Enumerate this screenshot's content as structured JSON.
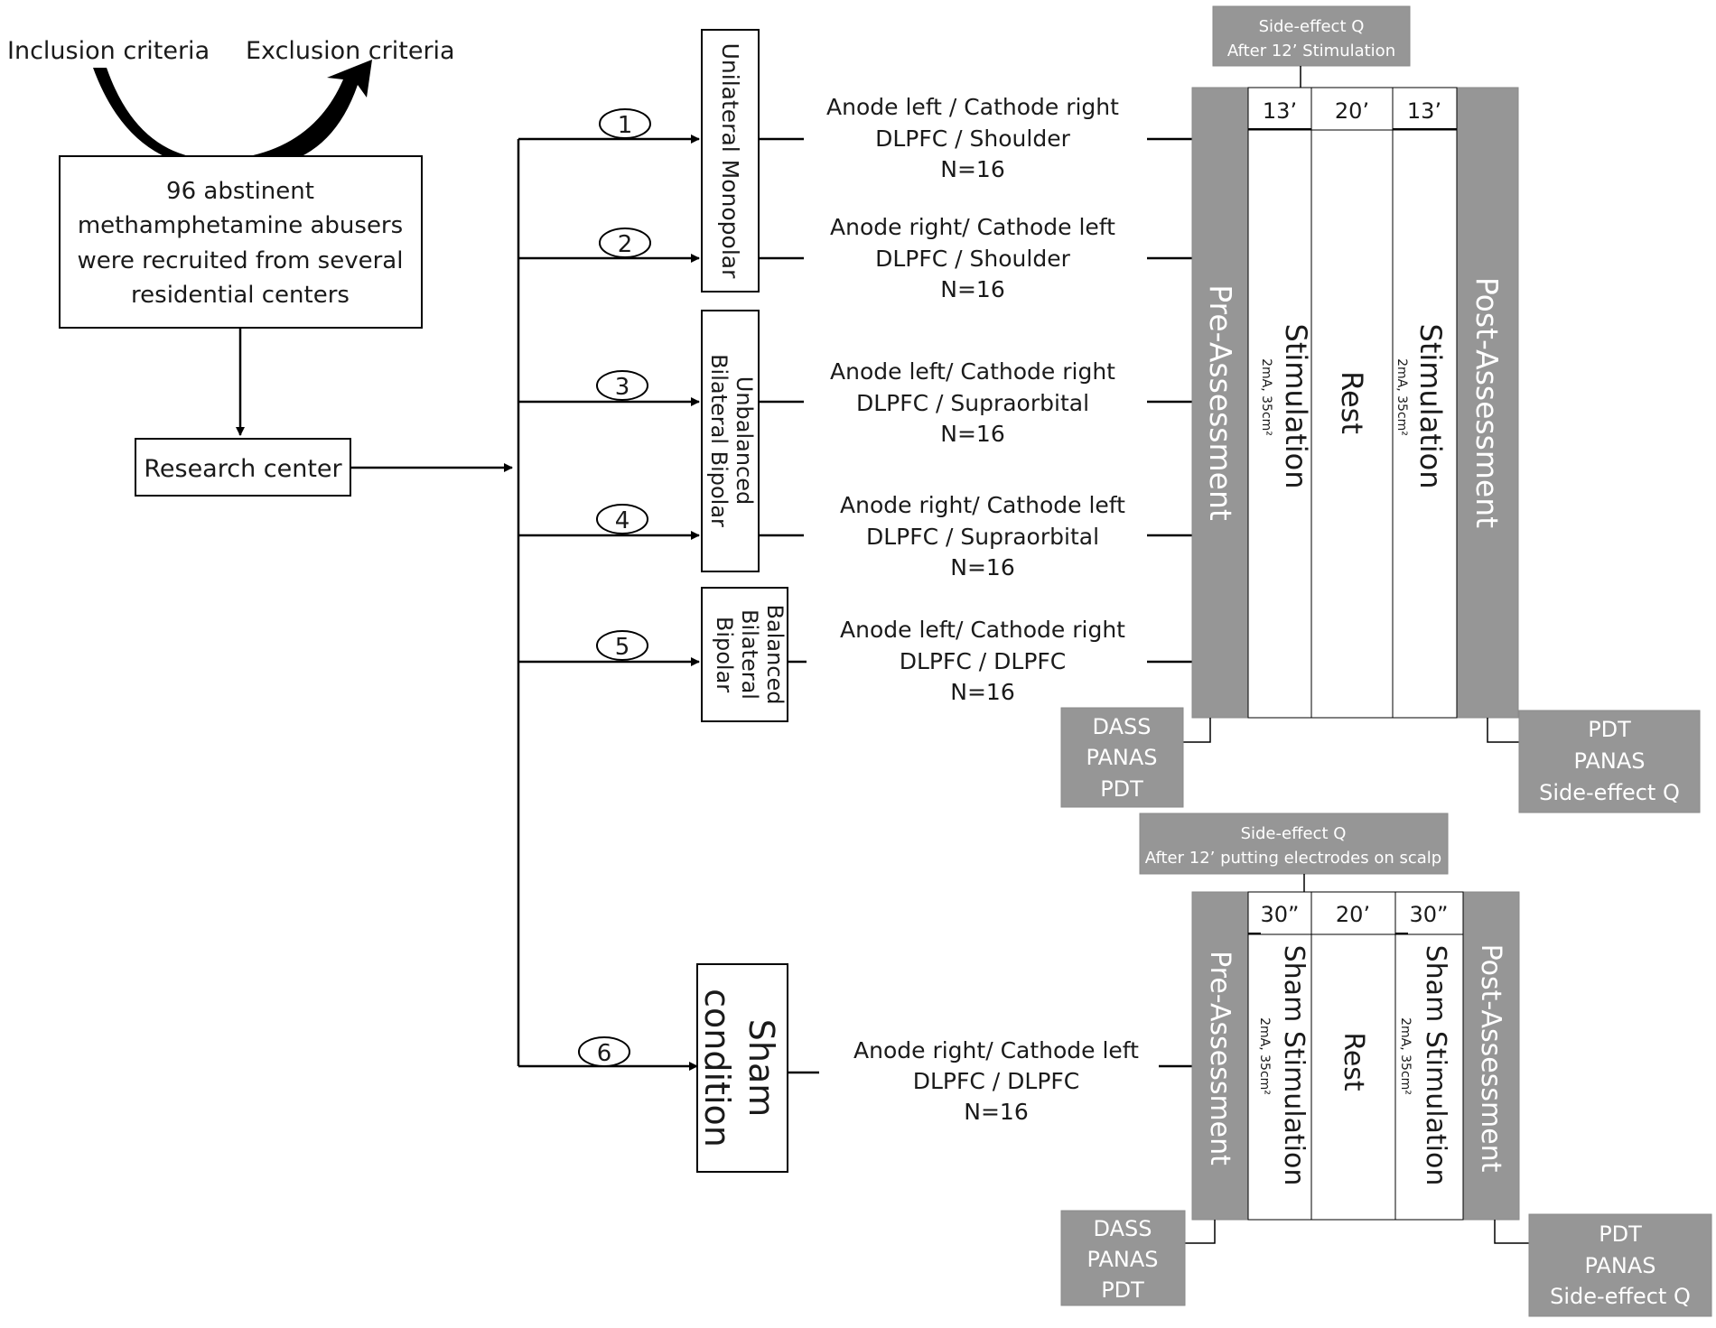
{
  "criteria": {
    "inclusion": "Inclusion criteria",
    "exclusion": "Exclusion criteria"
  },
  "recruit_lines": [
    "96 abstinent",
    "methamphetamine abusers",
    "were recruited from several",
    "residential centers"
  ],
  "research_center": "Research center",
  "groups": [
    {
      "num": "1",
      "montage_lines": [
        "Unilateral Monopolar"
      ],
      "desc": [
        "Anode left / Cathode right",
        "DLPFC / Shoulder",
        "N=16"
      ]
    },
    {
      "num": "2",
      "montage_lines": [],
      "desc": [
        "Anode right/ Cathode left",
        "DLPFC / Shoulder",
        "N=16"
      ]
    },
    {
      "num": "3",
      "montage_lines": [
        "Unbalanced",
        "Bilateral Bipolar"
      ],
      "desc": [
        "Anode left/ Cathode right",
        "DLPFC / Supraorbital",
        "N=16"
      ]
    },
    {
      "num": "4",
      "montage_lines": [],
      "desc": [
        "Anode right/ Cathode left",
        "DLPFC / Supraorbital",
        "N=16"
      ]
    },
    {
      "num": "5",
      "montage_lines": [
        "Balanced",
        "Bilateral",
        "Bipolar"
      ],
      "desc": [
        "Anode left/ Cathode right",
        "DLPFC / DLPFC",
        "N=16"
      ]
    },
    {
      "num": "6",
      "montage_lines": [
        "Sham",
        "condition"
      ],
      "desc": [
        "Anode right/ Cathode left",
        "DLPFC / DLPFC",
        "N=16"
      ]
    }
  ],
  "active_protocol": {
    "side_effect": [
      "Side-effect Q",
      "After 12’ Stimulation"
    ],
    "durations": [
      "13’",
      "20’",
      "13’"
    ],
    "pre": "Pre-Assessment",
    "post": "Post-Assessment",
    "stim": "Stimulation",
    "stim_params": "2mA, 35cm²",
    "rest": "Rest",
    "pre_measures": [
      "DASS",
      "PANAS",
      "PDT"
    ],
    "post_measures": [
      "PDT",
      "PANAS",
      "Side-effect Q"
    ]
  },
  "sham_protocol": {
    "side_effect": [
      "Side-effect Q",
      "After 12’ putting electrodes on scalp"
    ],
    "durations": [
      "30”",
      "20’",
      "30”"
    ],
    "pre": "Pre-Assessment",
    "post": "Post-Assessment",
    "stim": "Sham Stimulation",
    "stim_params": "2mA, 35cm²",
    "rest": "Rest",
    "pre_measures": [
      "DASS",
      "PANAS",
      "PDT"
    ],
    "post_measures": [
      "PDT",
      "PANAS",
      "Side-effect Q"
    ]
  }
}
